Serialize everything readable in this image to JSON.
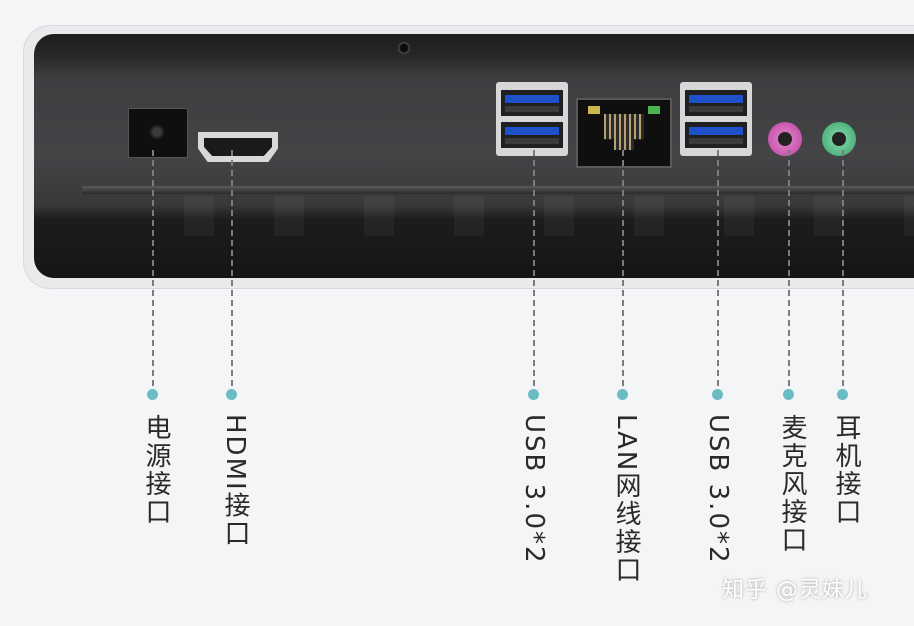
{
  "ports": [
    {
      "id": "power",
      "label": "电源接口"
    },
    {
      "id": "hdmi",
      "label": "HDMI接口"
    },
    {
      "id": "usb-left",
      "label": "USB 3.0*2"
    },
    {
      "id": "lan",
      "label": "LAN网线接口"
    },
    {
      "id": "usb-right",
      "label": "USB 3.0*2"
    },
    {
      "id": "mic",
      "label": "麦克风接口"
    },
    {
      "id": "earphone",
      "label": "耳机接口"
    }
  ],
  "colors": {
    "usb_blue": "#1f52c8",
    "mic_jack": "#d65fb8",
    "earphone_jack": "#5dbf8a",
    "dot": "#6bbbc2"
  },
  "watermark": "知乎 @灵妹儿"
}
